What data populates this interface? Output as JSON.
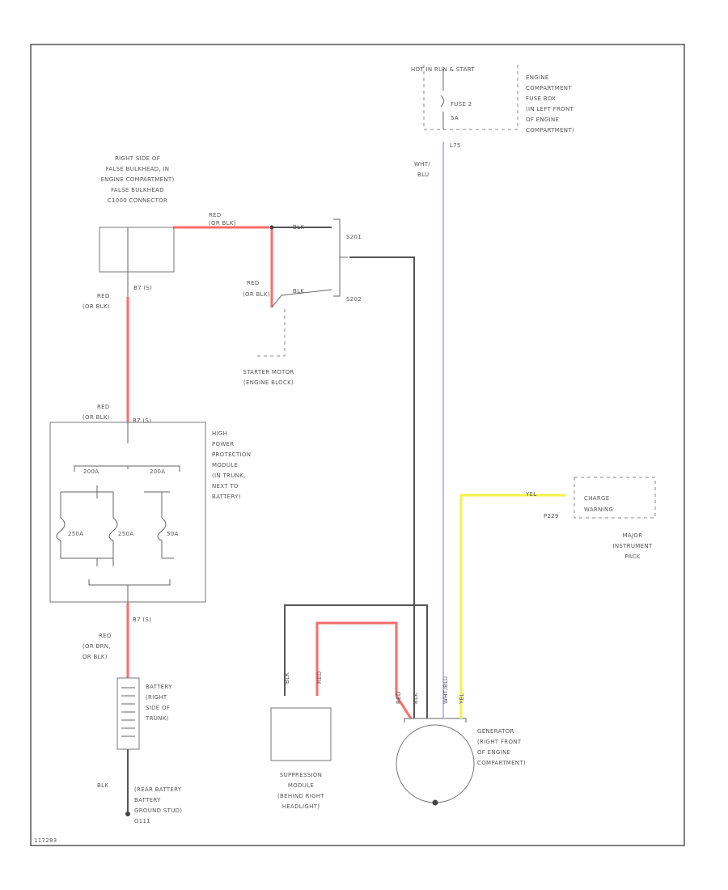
{
  "figure_id": "117283",
  "components": {
    "false_bulkhead": [
      "RIGHT SIDE OF",
      "FALSE BULKHEAD, IN",
      "ENGINE COMPARTMENT)",
      "FALSE BULKHEAD",
      "C1000 CONNECTOR"
    ],
    "starter_motor": [
      "STARTER MOTOR",
      "(ENGINE BLOCK)"
    ],
    "hppm": [
      "HIGH",
      "POWER",
      "PROTECTION",
      "MODULE",
      "(IN TRUNK,",
      "NEXT TO",
      "BATTERY)"
    ],
    "battery": [
      "BATTERY",
      "(RIGHT",
      "SIDE OF",
      "TRUNK)"
    ],
    "ground": [
      "(REAR BATTERY",
      "BATTERY",
      "GROUND STUD)",
      "G111"
    ],
    "suppression": [
      "SUPPRESSION",
      "MODULE",
      "(BEHIND RIGHT",
      "HEADLIGHT)"
    ],
    "generator": [
      "GENERATOR",
      "(RIGHT FRONT",
      "OF ENGINE",
      "COMPARTMENT)"
    ],
    "fuse_box": [
      "ENGINE",
      "COMPARTMENT",
      "FUSE BOX",
      "(IN LEFT FRONT",
      "OF ENGINE",
      "COMPARTMENT)"
    ],
    "cluster": [
      "MAJOR",
      "INSTRUMENT",
      "PACK"
    ]
  },
  "labels": {
    "hot_run_start": "HOT IN RUN & START",
    "fuse": "FUSE 2",
    "fuse_rating": "5A",
    "charge_warning": [
      "CHARGE",
      "WARNING"
    ],
    "fuse_high_left": "200A",
    "fuse_high_right": "200A",
    "fuse_a": "250A",
    "fuse_b": "250A",
    "fuse_c": "50A",
    "c1000_pin": "B7 (S)",
    "hppm_pin": "B7 (S)",
    "hppm_out_pin": "B7 (S)",
    "s201": "S201",
    "s202": "S202",
    "p229": "P229",
    "l75": "L75"
  },
  "wires": {
    "red_or_blk": [
      "RED",
      "(OR BLK)"
    ],
    "red_or_brn": [
      "RED",
      "(OR BRN,",
      "OR BLK)"
    ],
    "blk": "BLK",
    "wht_blu": [
      "WHT/",
      "BLU"
    ],
    "yel": "YEL",
    "red": "RED",
    "wht_blu_v": "WHT/BLU"
  },
  "colors": {
    "red_wire": "#ff6b6b",
    "black_wire": "#555555",
    "white_blue_wire": "#b8b8ff",
    "yellow_wire": "#f2f24a"
  }
}
